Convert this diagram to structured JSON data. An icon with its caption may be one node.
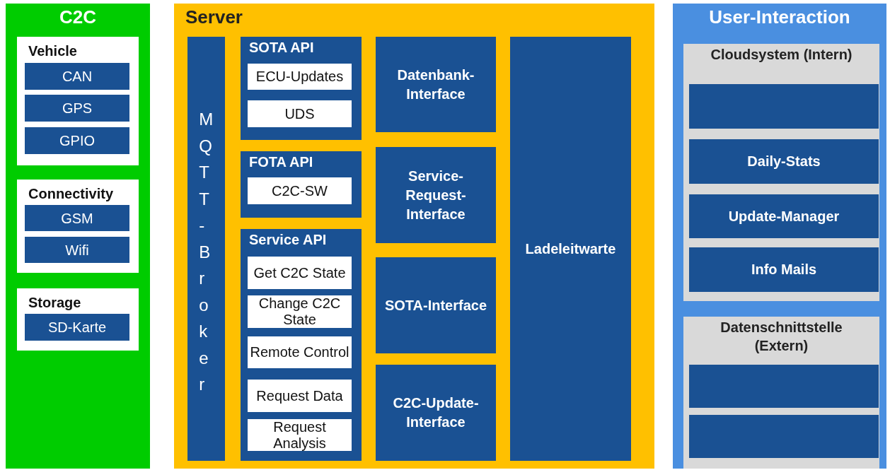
{
  "diagram": {
    "nodes": [
      {
        "text": [
          "C2C"
        ]
      },
      {
        "text": [
          "Vehicle"
        ],
        "in": 0
      },
      {
        "text": [
          "CAN"
        ],
        "in": 1
      },
      {
        "text": [
          "GPS"
        ],
        "in": 1
      },
      {
        "text": [
          "GPIO"
        ],
        "in": 1
      },
      {
        "text": [
          "Connectivity"
        ],
        "in": 0
      },
      {
        "text": [
          "GSM"
        ],
        "in": 5
      },
      {
        "text": [
          "Wifi"
        ],
        "in": 5
      },
      {
        "text": [
          "Storage"
        ],
        "in": 0
      },
      {
        "text": [
          "SD-Karte"
        ],
        "in": 8
      },
      {
        "text": [
          "Server"
        ]
      },
      {
        "text": [
          "MQTT-Broker"
        ],
        "in": 10
      },
      {
        "text": [
          "SOTA API"
        ],
        "in": 10
      },
      {
        "text": [
          "ECU-Updates"
        ],
        "in": 12
      },
      {
        "text": [
          "UDS"
        ],
        "in": 12
      },
      {
        "text": [
          "FOTA API"
        ],
        "in": 10
      },
      {
        "text": [
          "C2C-SW"
        ],
        "in": 15
      },
      {
        "text": [
          "Service API"
        ],
        "in": 10
      },
      {
        "text": [
          "Get C2C State"
        ],
        "in": 17
      },
      {
        "text": [
          "Change C2C State"
        ],
        "in": 17
      },
      {
        "text": [
          "Remote Control"
        ],
        "in": 17
      },
      {
        "text": [
          "Request Data"
        ],
        "in": 17
      },
      {
        "text": [
          "Request Analysis"
        ],
        "in": 17
      },
      {
        "text": [
          "Datenbank-Interface"
        ],
        "in": 10
      },
      {
        "text": [
          "Service-Request-Interface"
        ],
        "in": 10
      },
      {
        "text": [
          "SOTA-Interface"
        ],
        "in": 10
      },
      {
        "text": [
          "C2C-Update-Interface"
        ],
        "in": 10
      },
      {
        "text": [
          "Ladeleitwarte"
        ],
        "in": 10
      },
      {
        "text": [
          "User-Interaction"
        ]
      },
      {
        "text": [
          "Cloudsystem (Intern)"
        ],
        "in": 28
      },
      {
        "text": [],
        "shape": "box",
        "in": 29
      },
      {
        "text": [
          "Daily-Stats"
        ],
        "in": 29
      },
      {
        "text": [
          "Update-Manager"
        ],
        "in": 29
      },
      {
        "text": [
          "Info Mails"
        ],
        "in": 29
      },
      {
        "text": [
          "Datenschnittstelle (Extern)"
        ],
        "in": 28
      },
      {
        "text": [],
        "shape": "box",
        "in": 34
      },
      {
        "text": [],
        "shape": "box",
        "in": 34
      }
    ]
  }
}
